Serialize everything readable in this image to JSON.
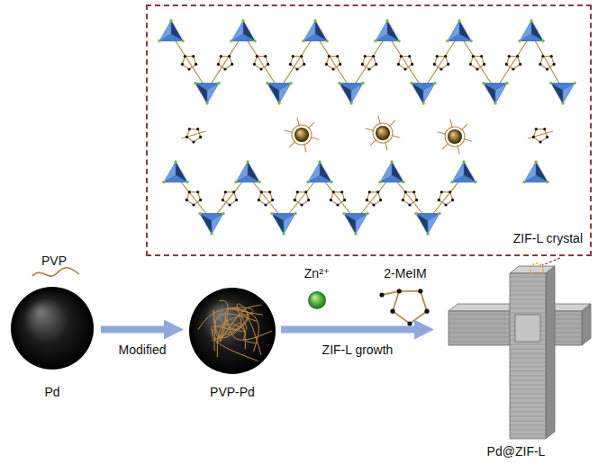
{
  "diagram": {
    "nodes": [
      {
        "text": [
          "ZIF-L crystal"
        ]
      },
      {
        "text": [
          "Pd"
        ]
      },
      {
        "text": [
          "PVP-Pd"
        ]
      },
      {
        "text": [
          "Pd@ZIF-L"
        ]
      }
    ],
    "edges": [
      {
        "from": 1,
        "to": 2,
        "arrow": "to",
        "label": "Modified"
      },
      {
        "from": 2,
        "to": 3,
        "arrow": "to",
        "label": "ZIF-L growth"
      }
    ],
    "labels": [
      "PVP",
      "Zn²⁺",
      "2-MeIM"
    ]
  }
}
